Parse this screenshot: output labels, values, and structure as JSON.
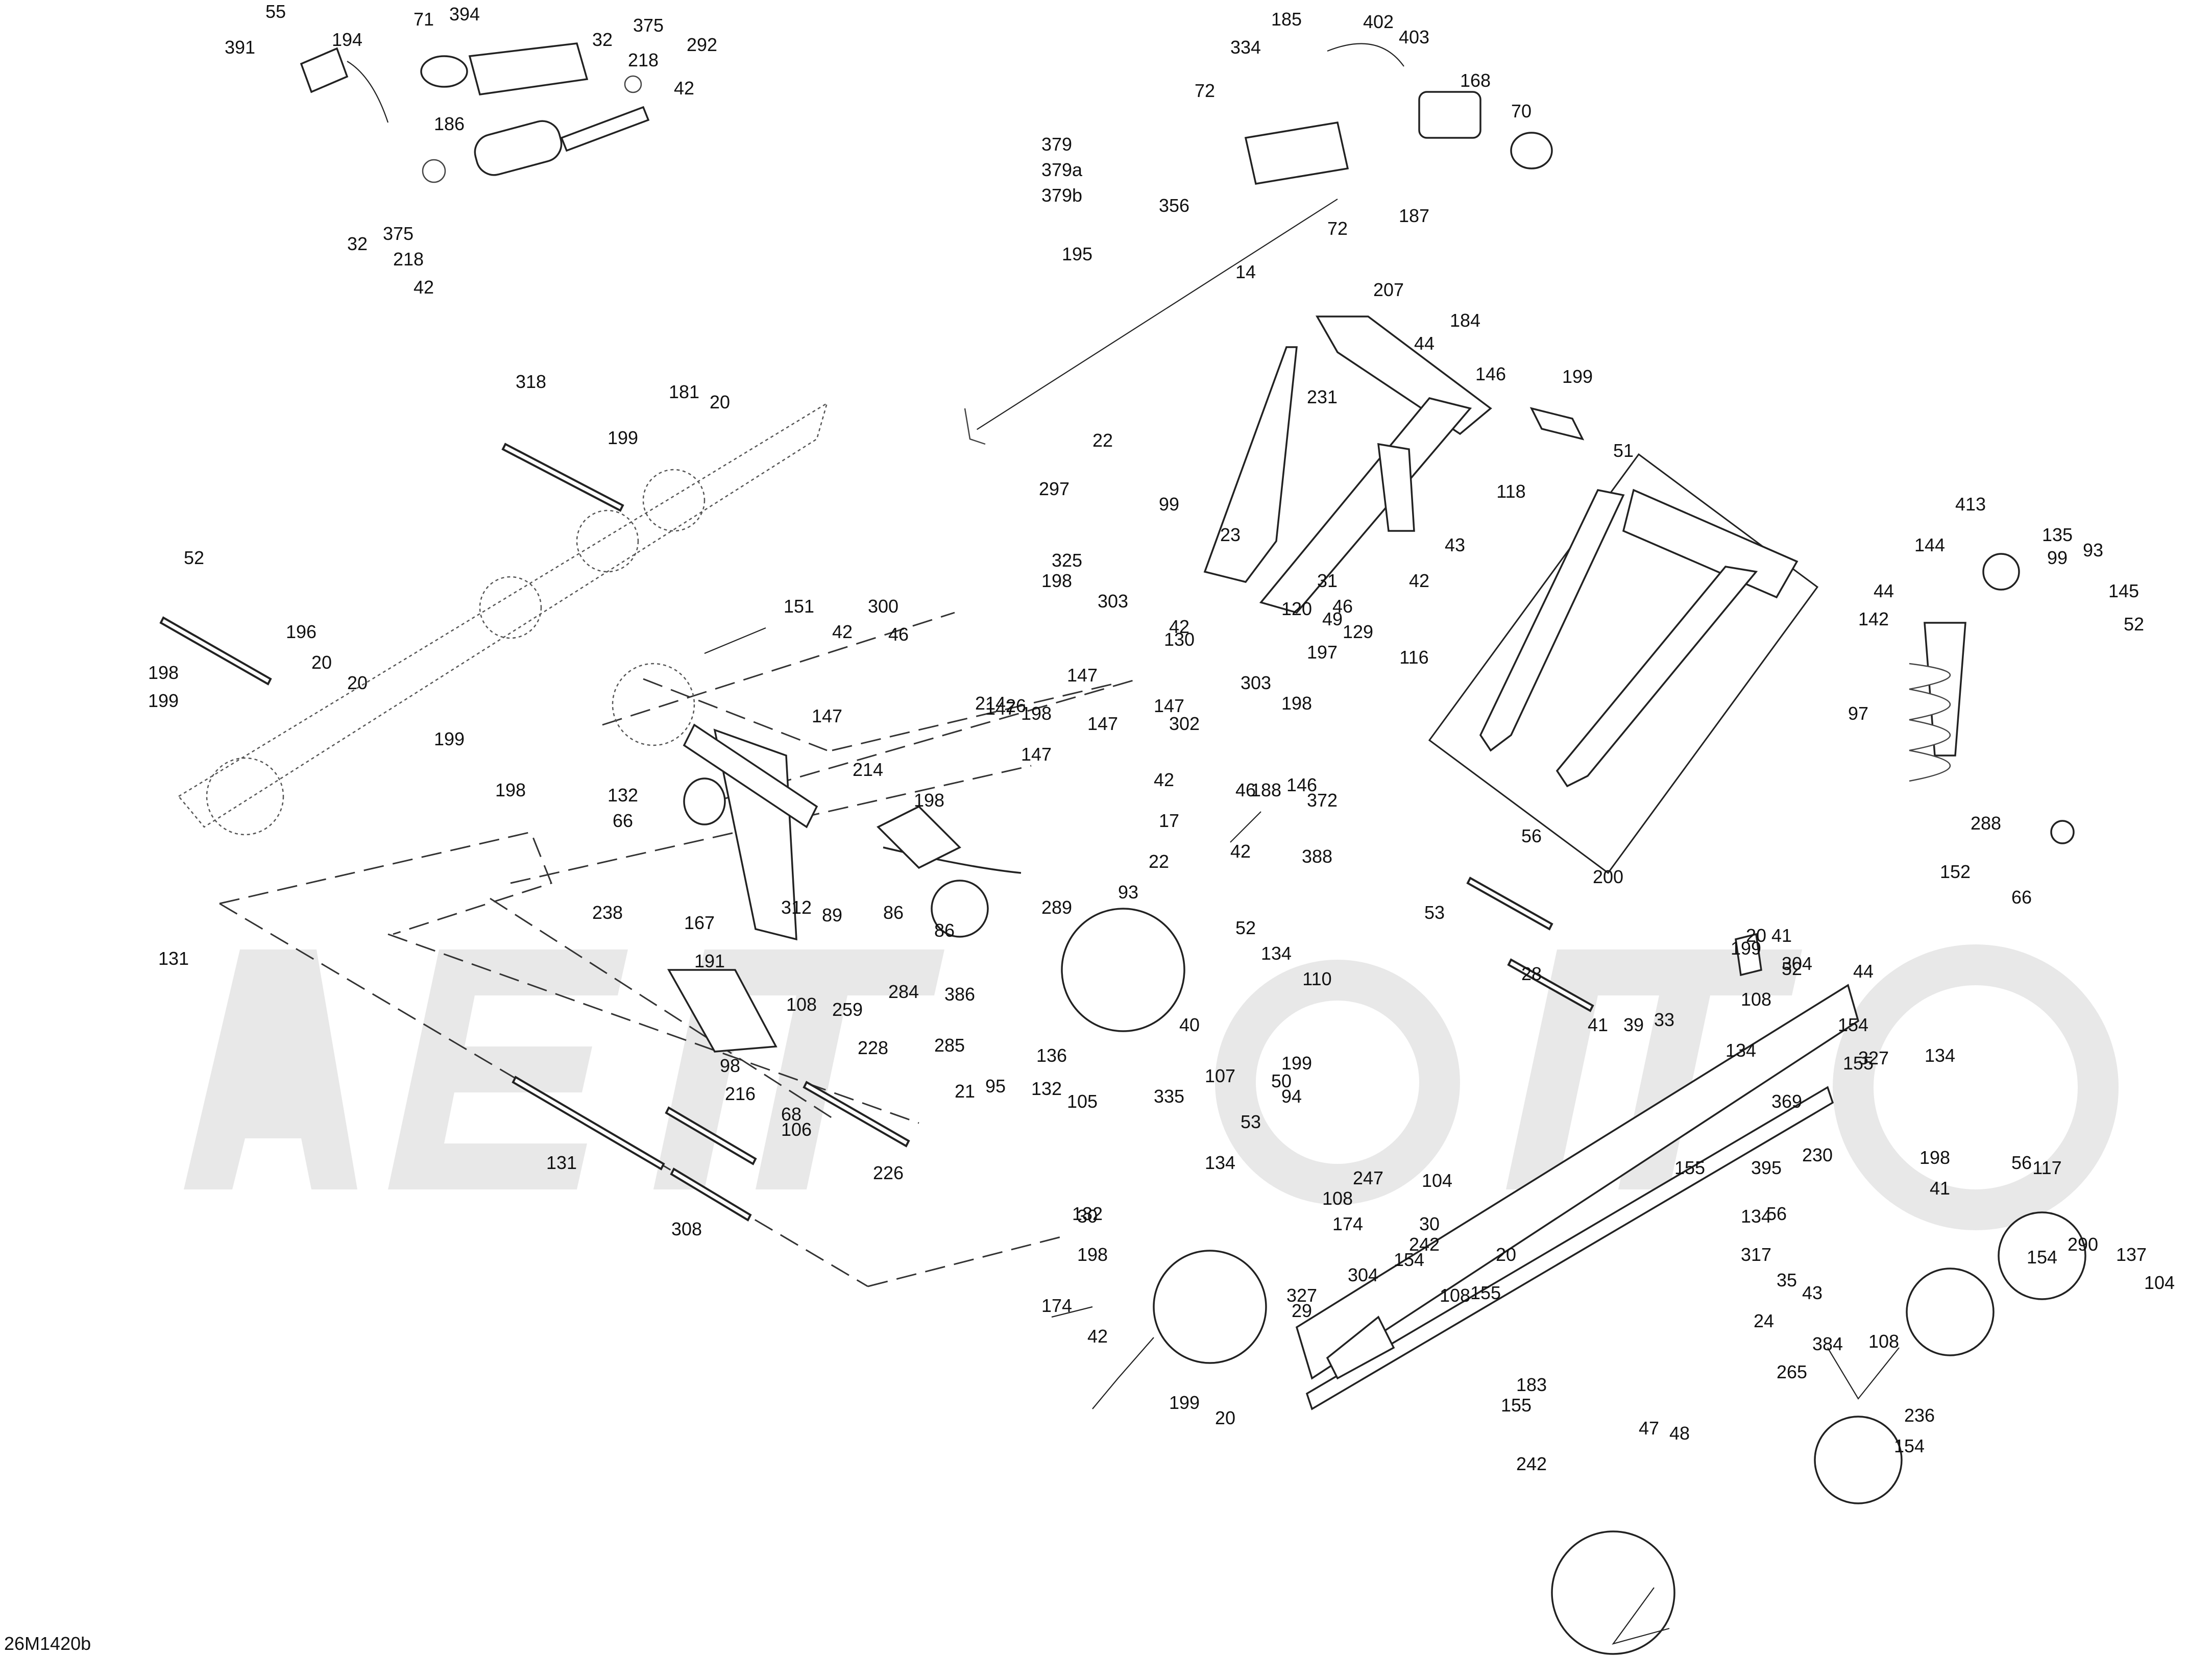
{
  "diagram": {
    "drawing_id": "26M1420b",
    "callouts": [
      "55",
      "394",
      "71",
      "391",
      "194",
      "32",
      "375",
      "218",
      "292",
      "42",
      "186",
      "32",
      "375",
      "218",
      "42",
      "185",
      "402",
      "403",
      "334",
      "168",
      "72",
      "70",
      "379",
      "379a",
      "379b",
      "356",
      "72",
      "187",
      "14",
      "195",
      "207",
      "44",
      "184",
      "146",
      "199",
      "231",
      "22",
      "297",
      "99",
      "118",
      "23",
      "43",
      "31",
      "42",
      "51",
      "318",
      "181",
      "20",
      "199",
      "52",
      "196",
      "198",
      "20",
      "199",
      "20",
      "199",
      "198",
      "132",
      "66",
      "151",
      "42",
      "46",
      "300",
      "325",
      "198",
      "303",
      "147",
      "130",
      "147",
      "147",
      "214",
      "147",
      "26",
      "214",
      "198",
      "198",
      "147",
      "147",
      "302",
      "303",
      "198",
      "42",
      "188",
      "146",
      "116",
      "197",
      "49",
      "42",
      "46",
      "129",
      "120",
      "17",
      "46",
      "42",
      "372",
      "388",
      "22",
      "93",
      "413",
      "144",
      "135",
      "99",
      "93",
      "44",
      "142",
      "145",
      "52",
      "97",
      "288",
      "152",
      "66",
      "238",
      "312",
      "89",
      "86",
      "86",
      "289",
      "167",
      "191",
      "108",
      "259",
      "284",
      "386",
      "136",
      "228",
      "285",
      "98",
      "21",
      "95",
      "132",
      "105",
      "106",
      "107",
      "335",
      "199",
      "50",
      "94",
      "216",
      "68",
      "226",
      "132",
      "131",
      "308",
      "131",
      "52",
      "134",
      "110",
      "40",
      "53",
      "134",
      "56",
      "200",
      "53",
      "28",
      "41",
      "39",
      "33",
      "199",
      "20",
      "41",
      "52",
      "44",
      "304",
      "108",
      "154",
      "155",
      "327",
      "134",
      "369",
      "134",
      "230",
      "395",
      "56",
      "134",
      "56",
      "198",
      "41",
      "117",
      "154",
      "155",
      "247",
      "108",
      "104",
      "174",
      "30",
      "242",
      "304",
      "108",
      "155",
      "29",
      "154",
      "327",
      "174",
      "30",
      "198",
      "42",
      "199",
      "20",
      "20",
      "290",
      "137",
      "104",
      "317",
      "35",
      "43",
      "24",
      "265",
      "384",
      "108",
      "236",
      "154",
      "155",
      "183",
      "47",
      "48",
      "242"
    ]
  }
}
